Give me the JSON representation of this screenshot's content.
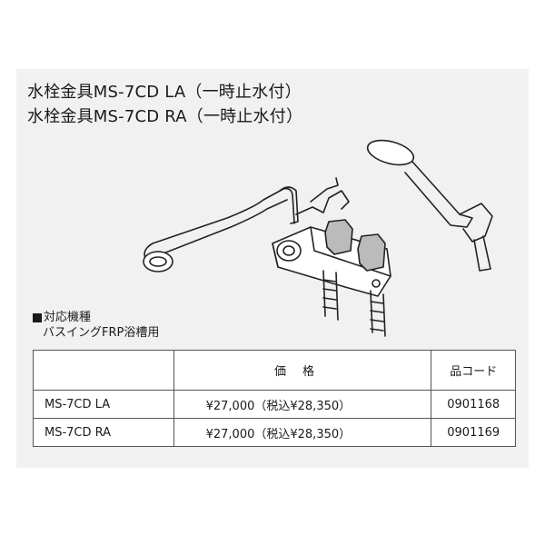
{
  "titles": [
    "水栓金具MS-7CD LA（一時止水付）",
    "水栓金具MS-7CD RA（一時止水付）"
  ],
  "compat": {
    "heading": "対応機種",
    "body": "バスイングFRP浴槽用"
  },
  "table": {
    "headers": {
      "model": "",
      "price": "価格",
      "code": "品コード"
    },
    "rows": [
      {
        "model": "MS-7CD LA",
        "price": "¥27,000（税込¥28,350）",
        "code": "0901168"
      },
      {
        "model": "MS-7CD RA",
        "price": "¥27,000（税込¥28,350）",
        "code": "0901169"
      }
    ]
  }
}
